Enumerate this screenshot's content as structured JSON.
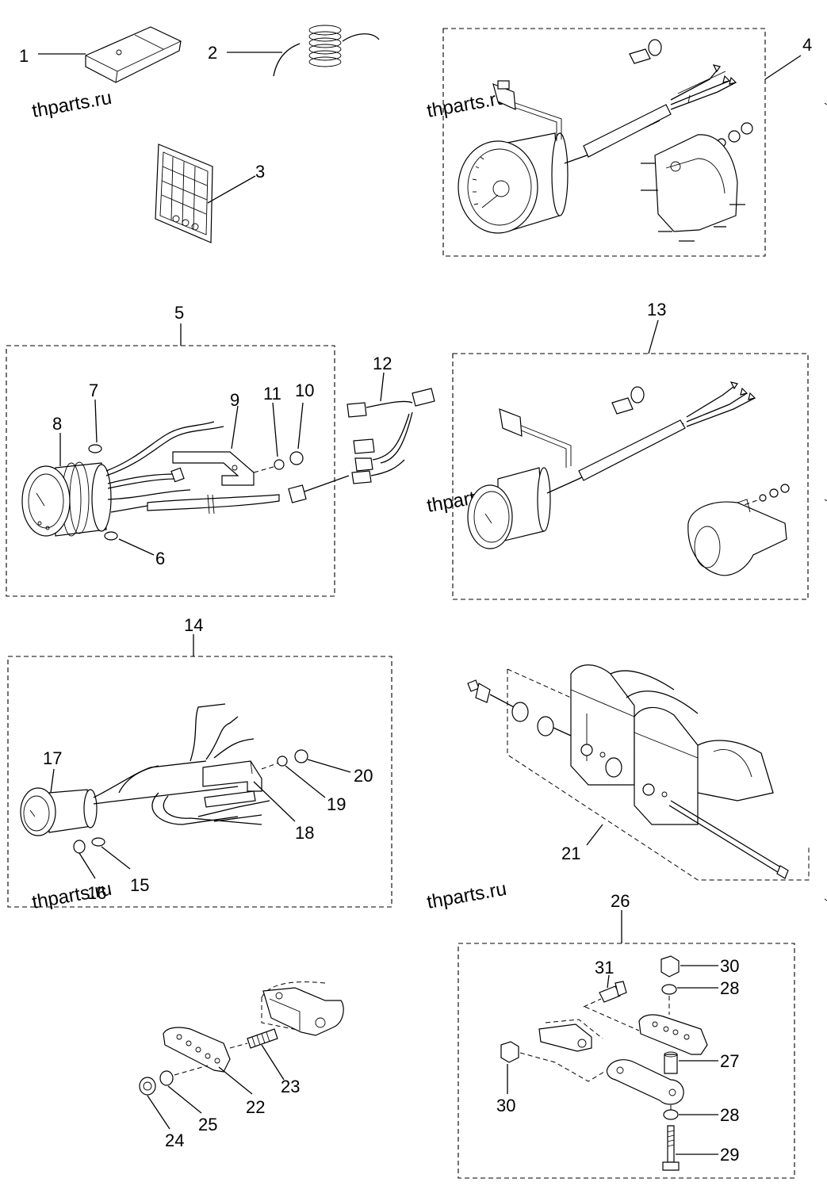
{
  "watermark": "thparts.ru",
  "callouts": {
    "c1": "1",
    "c2": "2",
    "c3": "3",
    "c4": "4",
    "c5": "5",
    "c6": "6",
    "c7": "7",
    "c8": "8",
    "c9": "9",
    "c10": "10",
    "c11": "11",
    "c12": "12",
    "c13": "13",
    "c14": "14",
    "c15": "15",
    "c16": "16",
    "c17": "17",
    "c18": "18",
    "c19": "19",
    "c20": "20",
    "c21": "21",
    "c22": "22",
    "c23": "23",
    "c24": "24",
    "c25": "25",
    "c26": "26",
    "c27": "27",
    "c28a": "28",
    "c28b": "28",
    "c29": "29",
    "c30a": "30",
    "c30b": "30",
    "c31": "31"
  }
}
